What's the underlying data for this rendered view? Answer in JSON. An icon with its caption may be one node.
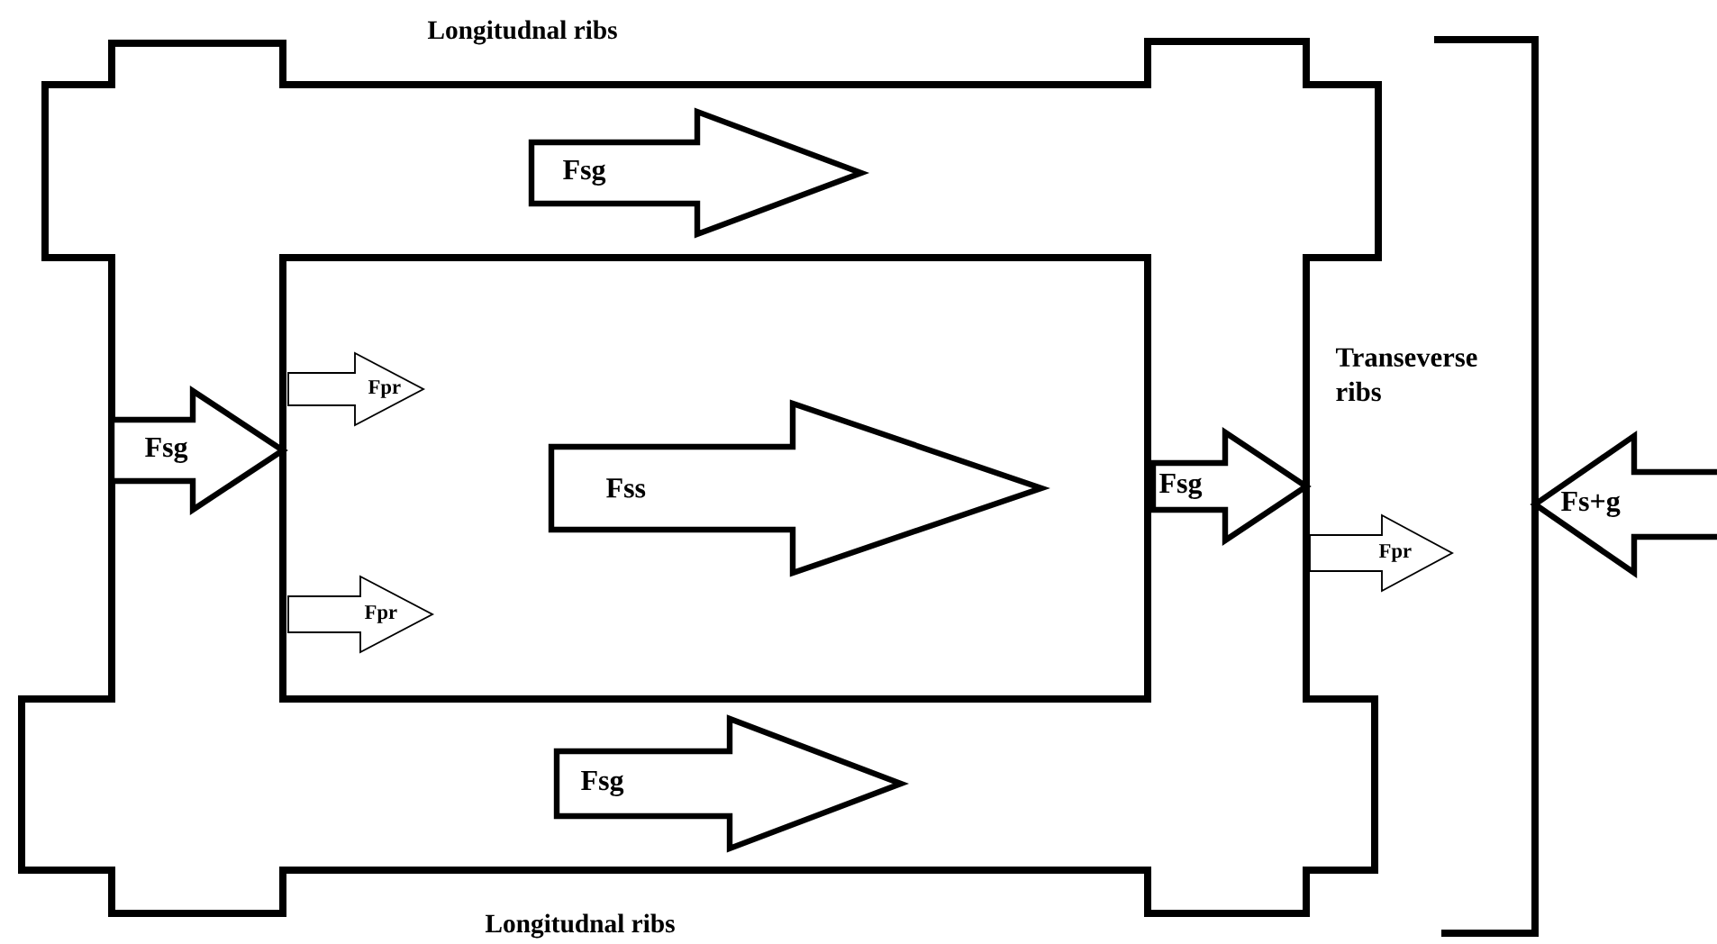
{
  "diagram": {
    "labels": [
      "Longitudnal ribs",
      "Fsg",
      "Transeverse ribs",
      "Fpr",
      "Fsg",
      "Fss",
      "Fsg",
      "Fs+g",
      "Fpr",
      "Fpr",
      "Fsg",
      "Longitudnal ribs"
    ]
  }
}
